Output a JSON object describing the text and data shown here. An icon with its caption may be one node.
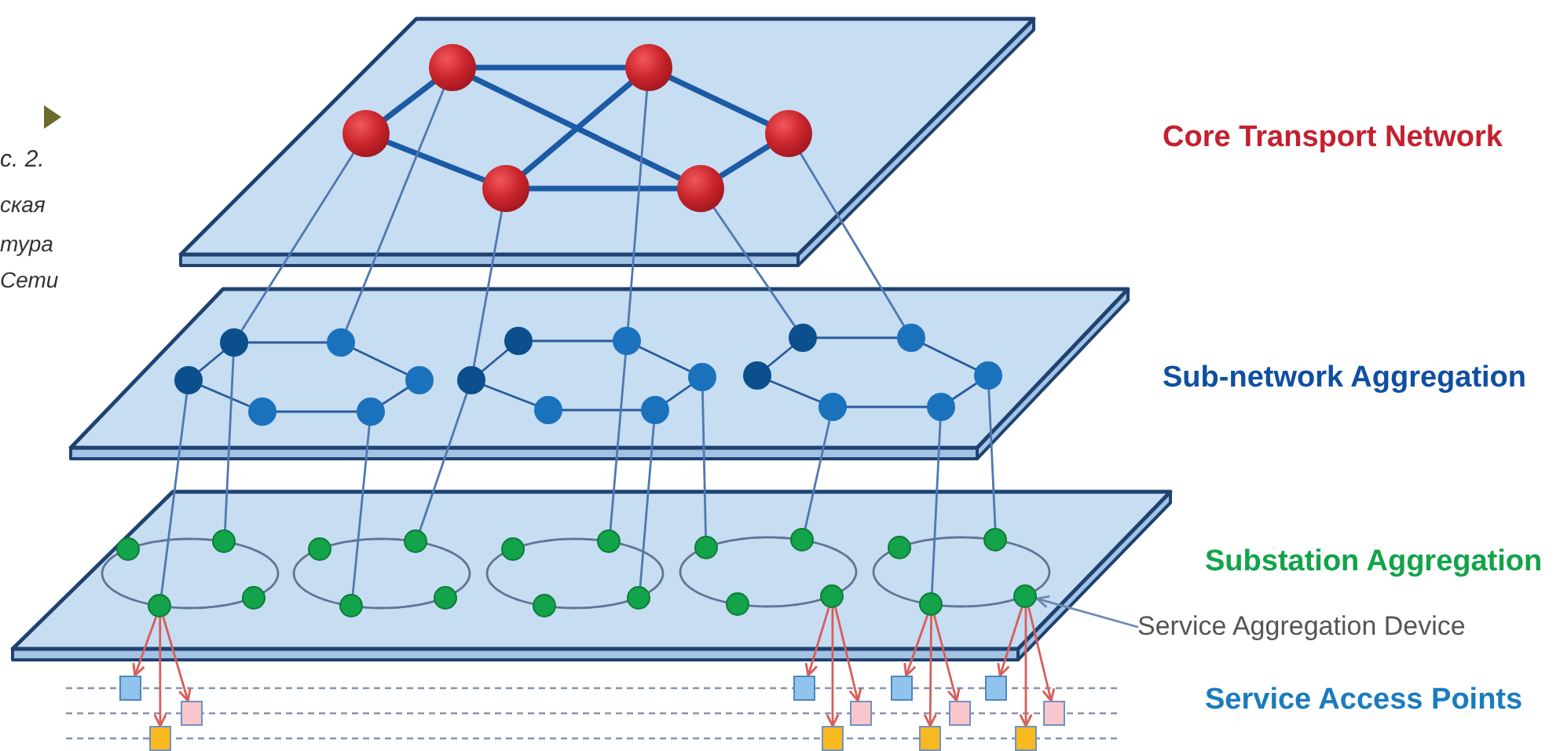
{
  "diagram": {
    "nodes": [
      {
        "text": [],
        "shape": "plane"
      },
      {
        "text": [],
        "shape": "circle",
        "in": 0
      },
      {
        "text": [],
        "shape": "circle",
        "in": 0
      },
      {
        "text": [],
        "shape": "circle",
        "in": 0
      },
      {
        "text": [],
        "shape": "circle",
        "in": 0
      },
      {
        "text": [],
        "shape": "circle",
        "in": 0
      },
      {
        "text": [],
        "shape": "circle",
        "in": 0
      },
      {
        "text": [],
        "shape": "plane",
        "beside": [
          "Sub-network Aggregation"
        ]
      },
      {
        "text": [],
        "shape": "circle",
        "in": 7
      },
      {
        "text": [],
        "shape": "circle",
        "in": 7
      },
      {
        "text": [],
        "shape": "circle",
        "in": 7
      },
      {
        "text": [],
        "shape": "circle",
        "in": 7
      },
      {
        "text": [],
        "shape": "circle",
        "in": 7
      },
      {
        "text": [],
        "shape": "circle",
        "in": 7
      },
      {
        "text": [],
        "shape": "circle",
        "in": 7
      },
      {
        "text": [],
        "shape": "circle",
        "in": 7
      },
      {
        "text": [],
        "shape": "circle",
        "in": 7
      },
      {
        "text": [],
        "shape": "circle",
        "in": 7
      },
      {
        "text": [],
        "shape": "circle",
        "in": 7
      },
      {
        "text": [],
        "shape": "circle",
        "in": 7
      },
      {
        "text": [],
        "shape": "circle",
        "in": 7
      },
      {
        "text": [],
        "shape": "circle",
        "in": 7
      },
      {
        "text": [],
        "shape": "circle",
        "in": 7
      },
      {
        "text": [],
        "shape": "circle",
        "in": 7
      },
      {
        "text": [],
        "shape": "circle",
        "in": 7
      },
      {
        "text": [],
        "shape": "circle",
        "in": 7
      },
      {
        "text": [],
        "shape": "plane",
        "beside": [
          "Substation Aggregation"
        ]
      },
      {
        "text": [],
        "shape": "circle",
        "in": 26
      },
      {
        "text": [],
        "shape": "circle",
        "in": 26
      },
      {
        "text": [],
        "shape": "circle",
        "in": 26
      },
      {
        "text": [],
        "shape": "circle",
        "in": 26
      },
      {
        "text": [],
        "shape": "circle",
        "in": 26
      },
      {
        "text": [],
        "shape": "circle",
        "in": 26
      },
      {
        "text": [],
        "shape": "circle",
        "in": 26
      },
      {
        "text": [],
        "shape": "circle",
        "in": 26
      },
      {
        "text": [],
        "shape": "circle",
        "in": 26
      },
      {
        "text": [],
        "shape": "circle",
        "in": 26
      },
      {
        "text": [],
        "shape": "circle",
        "in": 26
      },
      {
        "text": [],
        "shape": "circle",
        "in": 26
      },
      {
        "text": [],
        "shape": "circle",
        "in": 26
      },
      {
        "text": [],
        "shape": "circle",
        "in": 26
      },
      {
        "text": [],
        "shape": "circle",
        "in": 26
      },
      {
        "text": [],
        "shape": "circle",
        "in": 26
      },
      {
        "text": [],
        "shape": "circle",
        "in": 26
      },
      {
        "text": [],
        "shape": "circle",
        "in": 26
      },
      {
        "text": [],
        "shape": "circle",
        "in": 26
      },
      {
        "text": [],
        "shape": "circle",
        "in": 26
      },
      {
        "text": [],
        "shape": "box"
      },
      {
        "text": [],
        "shape": "box"
      },
      {
        "text": [],
        "shape": "box"
      },
      {
        "text": [],
        "shape": "box"
      },
      {
        "text": [],
        "shape": "box"
      },
      {
        "text": [],
        "shape": "box"
      },
      {
        "text": [],
        "shape": "box"
      },
      {
        "text": [],
        "shape": "box"
      },
      {
        "text": [],
        "shape": "box"
      },
      {
        "text": [],
        "shape": "box"
      },
      {
        "text": [],
        "shape": "box"
      },
      {
        "text": [],
        "shape": "box"
      },
      {
        "text": [
          "Service Aggregation Device"
        ]
      }
    ],
    "edges": [
      {
        "from": 1,
        "to": 2,
        "arrow": "none",
        "style": "thick",
        "color": "#1d5aa5"
      },
      {
        "from": 2,
        "to": 4,
        "arrow": "none",
        "style": "thick",
        "color": "#1d5aa5"
      },
      {
        "from": 2,
        "to": 5,
        "arrow": "none",
        "style": "thick",
        "color": "#1d5aa5"
      },
      {
        "from": 4,
        "to": 3,
        "arrow": "none",
        "style": "thick",
        "color": "#1d5aa5"
      },
      {
        "from": 4,
        "to": 6,
        "arrow": "none",
        "style": "thick",
        "color": "#1d5aa5"
      },
      {
        "from": 1,
        "to": 3,
        "arrow": "none",
        "style": "thick",
        "color": "#1d5aa5"
      },
      {
        "from": 3,
        "to": 5,
        "arrow": "none",
        "style": "thick",
        "color": "#1d5aa5"
      },
      {
        "from": 5,
        "to": 6,
        "arrow": "none",
        "style": "thick",
        "color": "#1d5aa5"
      },
      {
        "from": 8,
        "to": 9,
        "arrow": "none",
        "color": "#2a5c9b"
      },
      {
        "from": 9,
        "to": 11,
        "arrow": "none",
        "color": "#2a5c9b"
      },
      {
        "from": 11,
        "to": 13,
        "arrow": "none",
        "color": "#2a5c9b"
      },
      {
        "from": 13,
        "to": 12,
        "arrow": "none",
        "color": "#2a5c9b"
      },
      {
        "from": 12,
        "to": 10,
        "arrow": "none",
        "color": "#2a5c9b"
      },
      {
        "from": 10,
        "to": 8,
        "arrow": "none",
        "color": "#2a5c9b"
      },
      {
        "from": 14,
        "to": 15,
        "arrow": "none",
        "color": "#2a5c9b"
      },
      {
        "from": 15,
        "to": 17,
        "arrow": "none",
        "color": "#2a5c9b"
      },
      {
        "from": 17,
        "to": 19,
        "arrow": "none",
        "color": "#2a5c9b"
      },
      {
        "from": 19,
        "to": 18,
        "arrow": "none",
        "color": "#2a5c9b"
      },
      {
        "from": 18,
        "to": 16,
        "arrow": "none",
        "color": "#2a5c9b"
      },
      {
        "from": 16,
        "to": 14,
        "arrow": "none",
        "color": "#2a5c9b"
      },
      {
        "from": 20,
        "to": 21,
        "arrow": "none",
        "color": "#2a5c9b"
      },
      {
        "from": 21,
        "to": 23,
        "arrow": "none",
        "color": "#2a5c9b"
      },
      {
        "from": 23,
        "to": 25,
        "arrow": "none",
        "color": "#2a5c9b"
      },
      {
        "from": 25,
        "to": 24,
        "arrow": "none",
        "color": "#2a5c9b"
      },
      {
        "from": 24,
        "to": 22,
        "arrow": "none",
        "color": "#2a5c9b"
      },
      {
        "from": 22,
        "to": 20,
        "arrow": "none",
        "color": "#2a5c9b"
      },
      {
        "from": 27,
        "to": 29,
        "arrow": "none"
      },
      {
        "from": 29,
        "to": 30,
        "arrow": "none"
      },
      {
        "from": 30,
        "to": 28,
        "arrow": "none"
      },
      {
        "from": 28,
        "to": 27,
        "arrow": "none"
      },
      {
        "from": 31,
        "to": 33,
        "arrow": "none"
      },
      {
        "from": 33,
        "to": 34,
        "arrow": "none"
      },
      {
        "from": 34,
        "to": 32,
        "arrow": "none"
      },
      {
        "from": 32,
        "to": 31,
        "arrow": "none"
      },
      {
        "from": 35,
        "to": 37,
        "arrow": "none"
      },
      {
        "from": 37,
        "to": 38,
        "arrow": "none"
      },
      {
        "from": 38,
        "to": 36,
        "arrow": "none"
      },
      {
        "from": 36,
        "to": 35,
        "arrow": "none"
      },
      {
        "from": 39,
        "to": 41,
        "arrow": "none"
      },
      {
        "from": 41,
        "to": 42,
        "arrow": "none"
      },
      {
        "from": 42,
        "to": 40,
        "arrow": "none"
      },
      {
        "from": 40,
        "to": 39,
        "arrow": "none"
      },
      {
        "from": 43,
        "to": 45,
        "arrow": "none"
      },
      {
        "from": 45,
        "to": 46,
        "arrow": "none"
      },
      {
        "from": 46,
        "to": 44,
        "arrow": "none"
      },
      {
        "from": 44,
        "to": 43,
        "arrow": "none"
      },
      {
        "from": 1,
        "to": 9,
        "arrow": "none",
        "color": "#4f79b2"
      },
      {
        "from": 2,
        "to": 11,
        "arrow": "none",
        "color": "#4f79b2"
      },
      {
        "from": 3,
        "to": 14,
        "arrow": "none",
        "color": "#4f79b2"
      },
      {
        "from": 4,
        "to": 17,
        "arrow": "none",
        "color": "#4f79b2"
      },
      {
        "from": 5,
        "to": 21,
        "arrow": "none",
        "color": "#4f79b2"
      },
      {
        "from": 6,
        "to": 23,
        "arrow": "none",
        "color": "#4f79b2"
      },
      {
        "from": 8,
        "to": 28,
        "arrow": "none",
        "color": "#4f79b2"
      },
      {
        "from": 9,
        "to": 29,
        "arrow": "none",
        "color": "#4f79b2"
      },
      {
        "from": 12,
        "to": 32,
        "arrow": "none",
        "color": "#4f79b2"
      },
      {
        "from": 14,
        "to": 33,
        "arrow": "none",
        "color": "#4f79b2"
      },
      {
        "from": 17,
        "to": 37,
        "arrow": "none",
        "color": "#4f79b2"
      },
      {
        "from": 18,
        "to": 38,
        "arrow": "none",
        "color": "#4f79b2"
      },
      {
        "from": 19,
        "to": 39,
        "arrow": "none",
        "color": "#4f79b2"
      },
      {
        "from": 22,
        "to": 41,
        "arrow": "none",
        "color": "#4f79b2"
      },
      {
        "from": 24,
        "to": 44,
        "arrow": "none",
        "color": "#4f79b2"
      },
      {
        "from": 25,
        "to": 45,
        "arrow": "none",
        "color": "#4f79b2"
      },
      {
        "from": 28,
        "to": 47,
        "arrow": "to",
        "color": "#d65f5a"
      },
      {
        "from": 28,
        "to": 48,
        "arrow": "to",
        "color": "#d65f5a"
      },
      {
        "from": 28,
        "to": 49,
        "arrow": "to",
        "color": "#d65f5a"
      },
      {
        "from": 42,
        "to": 50,
        "arrow": "to",
        "color": "#d65f5a"
      },
      {
        "from": 42,
        "to": 51,
        "arrow": "to",
        "color": "#d65f5a"
      },
      {
        "from": 42,
        "to": 52,
        "arrow": "to",
        "color": "#d65f5a"
      },
      {
        "from": 44,
        "to": 53,
        "arrow": "to",
        "color": "#d65f5a"
      },
      {
        "from": 44,
        "to": 54,
        "arrow": "to",
        "color": "#d65f5a"
      },
      {
        "from": 44,
        "to": 55,
        "arrow": "to",
        "color": "#d65f5a"
      },
      {
        "from": 46,
        "to": 56,
        "arrow": "to",
        "color": "#d65f5a"
      },
      {
        "from": 46,
        "to": 57,
        "arrow": "to",
        "color": "#d65f5a"
      },
      {
        "from": 46,
        "to": 58,
        "arrow": "to",
        "color": "#d65f5a"
      },
      {
        "from": 59,
        "to": 46,
        "arrow": "to",
        "color": "#6d88b0"
      }
    ],
    "labels": [
      "Core Transport Network",
      "с. 2.",
      "ская",
      "тура",
      "Сети",
      "Service Access Points"
    ]
  }
}
